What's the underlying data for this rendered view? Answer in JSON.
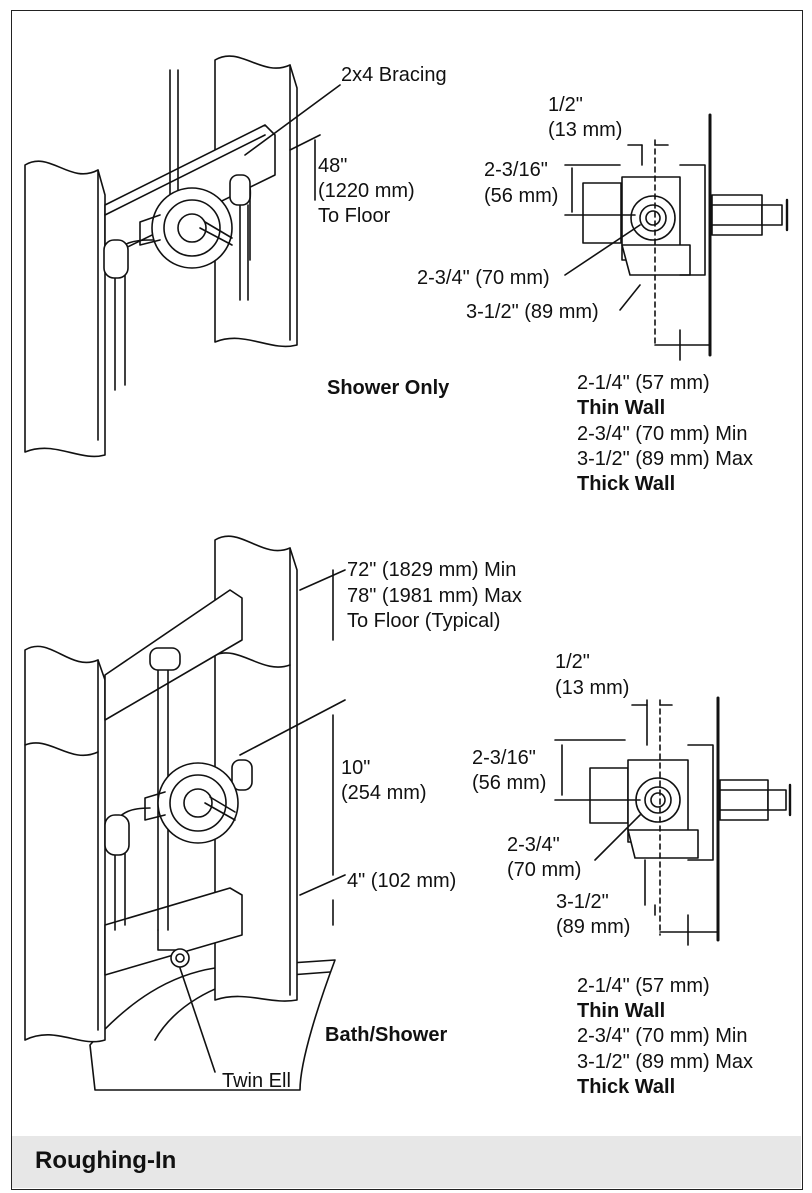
{
  "top": {
    "bracing": "2x4 Bracing",
    "height_1": "48\"",
    "height_2": "(1220 mm)",
    "height_3": "To Floor",
    "caption": "Shower Only",
    "side": {
      "half_1": "1/2\"",
      "half_2": "(13 mm)",
      "d216_1": "2-3/16\"",
      "d216_2": "(56 mm)",
      "d234": "2-3/4\" (70 mm)",
      "d312": "3-1/2\" (89 mm)",
      "thin_dim": "2-1/4\" (57 mm)",
      "thin_label": "Thin Wall",
      "thick_min": "2-3/4\" (70 mm) Min",
      "thick_max": "3-1/2\" (89 mm) Max",
      "thick_label": "Thick Wall"
    }
  },
  "bottom": {
    "h72": "72\" (1829 mm) Min",
    "h78": "78\" (1981 mm) Max",
    "floor": "To Floor (Typical)",
    "ten_1": "10\"",
    "ten_2": "(254 mm)",
    "four": "4\" (102 mm)",
    "twin_ell": "Twin Ell",
    "caption": "Bath/Shower",
    "side": {
      "half_1": "1/2\"",
      "half_2": "(13 mm)",
      "d216_1": "2-3/16\"",
      "d216_2": "(56 mm)",
      "d234_1": "2-3/4\"",
      "d234_2": "(70 mm)",
      "d312_1": "3-1/2\"",
      "d312_2": "(89 mm)",
      "thin_dim": "2-1/4\" (57 mm)",
      "thin_label": "Thin Wall",
      "thick_min": "2-3/4\" (70 mm) Min",
      "thick_max": "3-1/2\" (89 mm) Max",
      "thick_label": "Thick Wall"
    }
  },
  "footer": {
    "title": "Roughing-In"
  }
}
